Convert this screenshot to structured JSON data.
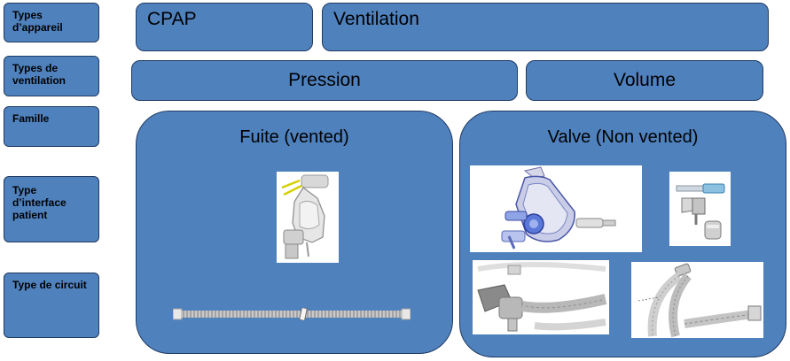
{
  "rows": {
    "device_types": "Types d’appareil",
    "ventilation_types": "Types de ventilation",
    "family": "Famille",
    "patient_interface": "Type d’interface patient",
    "circuit_type": "Type de circuit"
  },
  "device": {
    "cpap": "CPAP",
    "ventilation": "Ventilation"
  },
  "ventilation": {
    "pressure": "Pression",
    "volume": "Volume"
  },
  "families": {
    "vented": "Fuite (vented)",
    "non_vented": "Valve (Non vented)"
  },
  "colors": {
    "box_fill": "#4f81bd",
    "box_border": "#1f3b63"
  }
}
